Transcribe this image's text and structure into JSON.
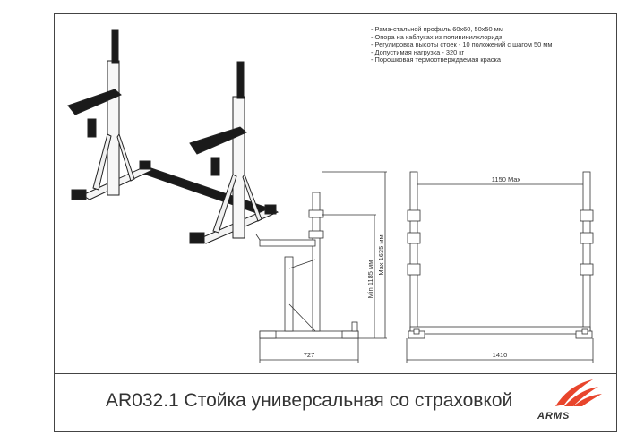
{
  "specs": [
    "- Рама-стальной профиль 60х60, 50х50 мм",
    "- Опора на каблуках из поливинилхлорида",
    "- Регулировка высоты стоек - 10 положений с шагом 50 мм",
    "- Допустимая нагрузка - 320 кг",
    "- Порошковая термоотверждаемая краска"
  ],
  "dimensions": {
    "height_min": "Min 1185 мм",
    "height_max": "Max 1635 мм",
    "depth": "727",
    "width_max": "1150 Max",
    "width": "1410"
  },
  "title": "AR032.1 Стойка универсальная со страховкой",
  "brand": "ARMS",
  "colors": {
    "accent": "#e8452c",
    "line": "#333333",
    "frame": "#444444"
  }
}
